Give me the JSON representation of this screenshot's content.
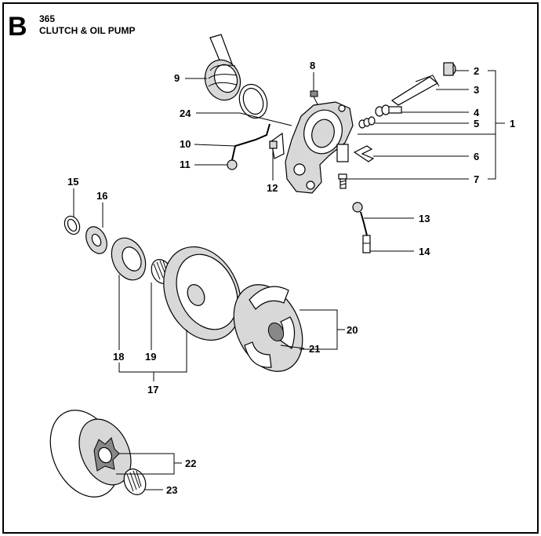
{
  "header": {
    "section_letter": "B",
    "model": "365",
    "title": "CLUTCH & OIL PUMP"
  },
  "callouts": {
    "c1": "1",
    "c2": "2",
    "c3": "3",
    "c4": "4",
    "c5": "5",
    "c6": "6",
    "c7": "7",
    "c8": "8",
    "c9": "9",
    "c10": "10",
    "c11": "11",
    "c12": "12",
    "c13": "13",
    "c14": "14",
    "c15": "15",
    "c16": "16",
    "c17": "17",
    "c18": "18",
    "c19": "19",
    "c20": "20",
    "c21": "21",
    "c22": "22",
    "c23": "23",
    "c24": "24"
  }
}
